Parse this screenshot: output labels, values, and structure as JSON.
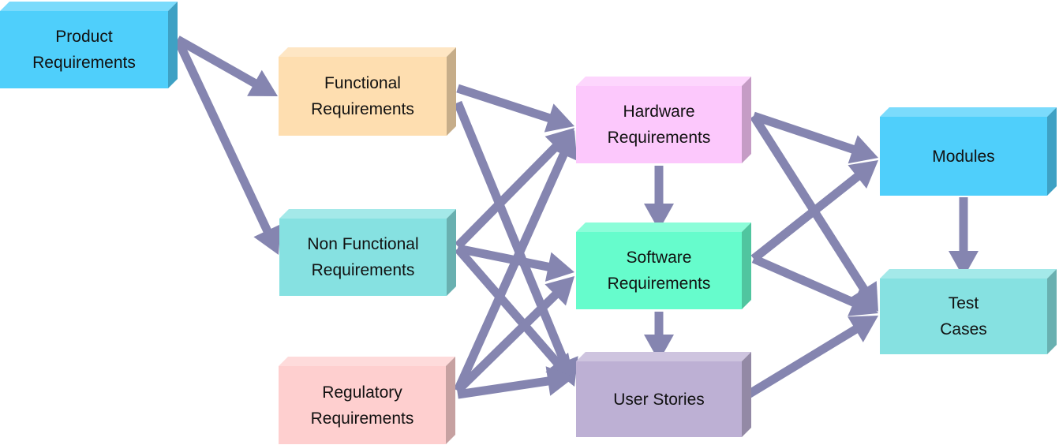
{
  "diagram": {
    "nodes": {
      "product": {
        "lines": [
          "Product",
          "Requirements"
        ],
        "color": "#4FCFFB"
      },
      "functional": {
        "lines": [
          "Functional",
          "Requirements"
        ],
        "color": "#FEDEB0"
      },
      "nonfunctional": {
        "lines": [
          "Non Functional",
          "Requirements"
        ],
        "color": "#86E1E1"
      },
      "regulatory": {
        "lines": [
          "Regulatory",
          "Requirements"
        ],
        "color": "#FECFCF"
      },
      "hardware": {
        "lines": [
          "Hardware",
          "Requirements"
        ],
        "color": "#FCC8FC"
      },
      "software": {
        "lines": [
          "Software",
          "Requirements"
        ],
        "color": "#66FCCC"
      },
      "userstories": {
        "lines": [
          "User Stories"
        ],
        "color": "#BDB0D4"
      },
      "modules": {
        "lines": [
          "Modules"
        ],
        "color": "#4FCFFB"
      },
      "testcases": {
        "lines": [
          "Test",
          "Cases"
        ],
        "color": "#86E1E1"
      }
    },
    "arrow_color": "#8585B0",
    "edges": [
      [
        "product",
        "functional"
      ],
      [
        "product",
        "nonfunctional"
      ],
      [
        "functional",
        "hardware"
      ],
      [
        "functional",
        "userstories"
      ],
      [
        "nonfunctional",
        "hardware"
      ],
      [
        "nonfunctional",
        "software"
      ],
      [
        "nonfunctional",
        "userstories"
      ],
      [
        "regulatory",
        "hardware"
      ],
      [
        "regulatory",
        "software"
      ],
      [
        "regulatory",
        "userstories"
      ],
      [
        "hardware",
        "software"
      ],
      [
        "hardware",
        "modules"
      ],
      [
        "hardware",
        "testcases"
      ],
      [
        "software",
        "userstories"
      ],
      [
        "software",
        "modules"
      ],
      [
        "software",
        "testcases"
      ],
      [
        "userstories",
        "testcases"
      ],
      [
        "modules",
        "testcases"
      ]
    ]
  }
}
